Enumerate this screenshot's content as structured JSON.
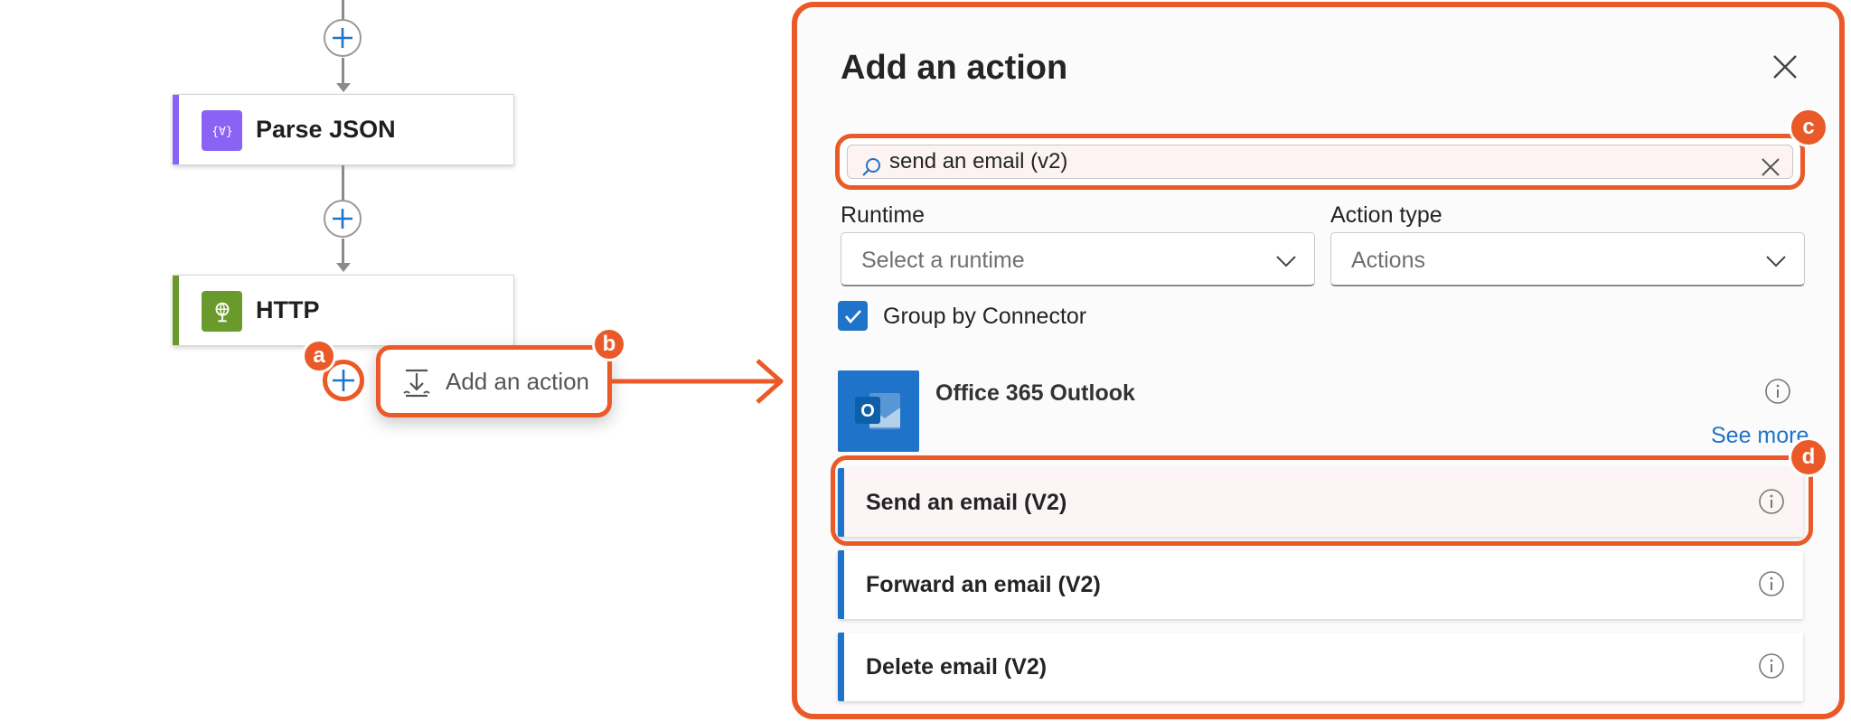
{
  "flow": {
    "nodes": [
      {
        "label": "Parse JSON",
        "accent": "#8a63f5"
      },
      {
        "label": "HTTP",
        "accent": "#6b9a2c"
      }
    ],
    "add_action_label": "Add an action"
  },
  "callouts": {
    "a": "a",
    "b": "b",
    "c": "c",
    "d": "d"
  },
  "panel": {
    "title": "Add an action",
    "search": {
      "value": "send an email (v2)"
    },
    "runtime": {
      "label": "Runtime",
      "placeholder": "Select a runtime"
    },
    "action_type": {
      "label": "Action type",
      "value": "Actions"
    },
    "group_by_connector": {
      "label": "Group by Connector",
      "checked": true
    },
    "connector": {
      "name": "Office 365 Outlook",
      "see_more": "See more"
    },
    "actions": [
      {
        "label": "Send an email (V2)"
      },
      {
        "label": "Forward an email (V2)"
      },
      {
        "label": "Delete email (V2)"
      }
    ]
  },
  "colors": {
    "callout": "#ea5a28",
    "accent_blue": "#1f74c9",
    "parse_json": "#8a63f5",
    "http": "#6b9a2c"
  },
  "icons": [
    "plus-icon",
    "arrow-down-icon",
    "parse-json-icon",
    "http-icon",
    "add-action-icon",
    "close-icon",
    "search-icon",
    "chevron-down-icon",
    "checkmark-icon",
    "outlook-icon",
    "info-icon"
  ]
}
